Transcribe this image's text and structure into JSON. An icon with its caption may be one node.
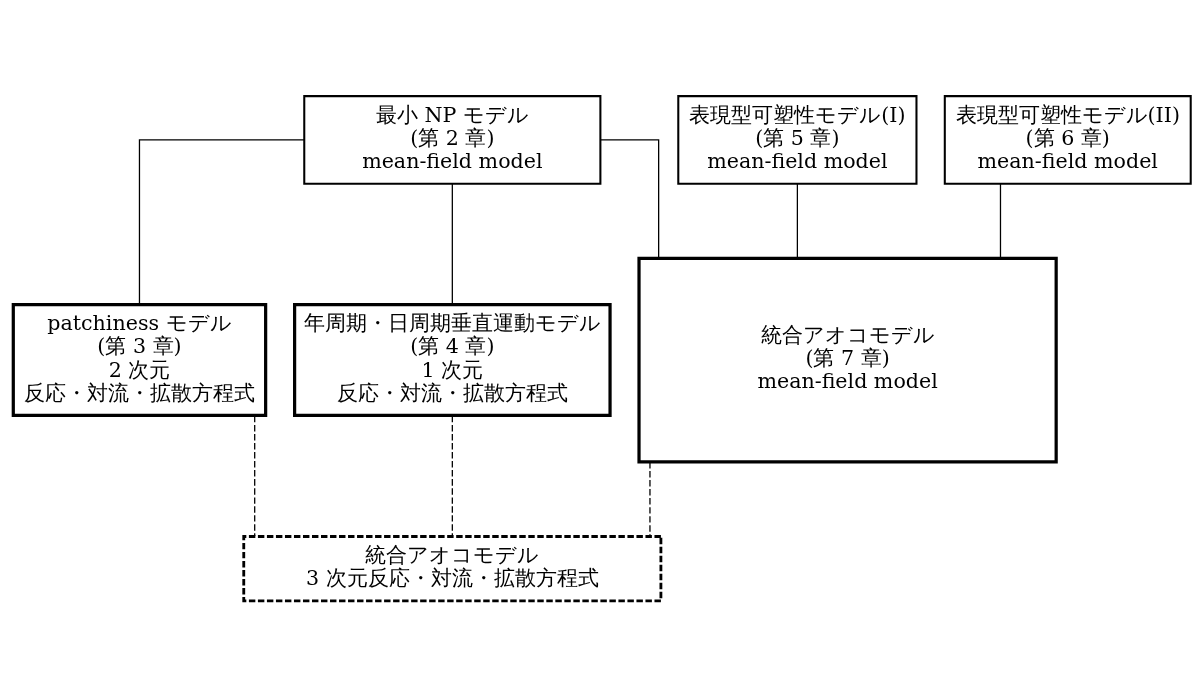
{
  "diagram": {
    "nodes": [
      {
        "text": [
          "最小 NP モデル",
          "(第 2 章)",
          "mean-field model"
        ]
      },
      {
        "text": [
          "表現型可塑性モデル(I)",
          "(第 5 章)",
          "mean-field model"
        ]
      },
      {
        "text": [
          "表現型可塑性モデル(II)",
          "(第 6 章)",
          "mean-field model"
        ]
      },
      {
        "text": [
          "patchiness モデル",
          "(第 3 章)",
          "2 次元",
          "反応・対流・拡散方程式"
        ]
      },
      {
        "text": [
          "年周期・日周期垂直運動モデル",
          "(第 4 章)",
          "1 次元",
          "反応・対流・拡散方程式"
        ]
      },
      {
        "text": [
          "統合アオコモデル",
          "(第 7 章)",
          "mean-field model"
        ]
      },
      {
        "text": [
          "統合アオコモデル",
          "3 次元反応・対流・拡散方程式"
        ]
      }
    ],
    "edges": [
      {
        "from": 0,
        "to": 3,
        "arrow": "none"
      },
      {
        "from": 0,
        "to": 4,
        "arrow": "none"
      },
      {
        "from": 0,
        "to": 5,
        "arrow": "none"
      },
      {
        "from": 1,
        "to": 5,
        "arrow": "none"
      },
      {
        "from": 2,
        "to": 5,
        "arrow": "none"
      },
      {
        "from": 3,
        "to": 6,
        "arrow": "none",
        "style": "dashed"
      },
      {
        "from": 4,
        "to": 6,
        "arrow": "none",
        "style": "dashed"
      },
      {
        "from": 5,
        "to": 6,
        "arrow": "none",
        "style": "dashed"
      }
    ]
  }
}
